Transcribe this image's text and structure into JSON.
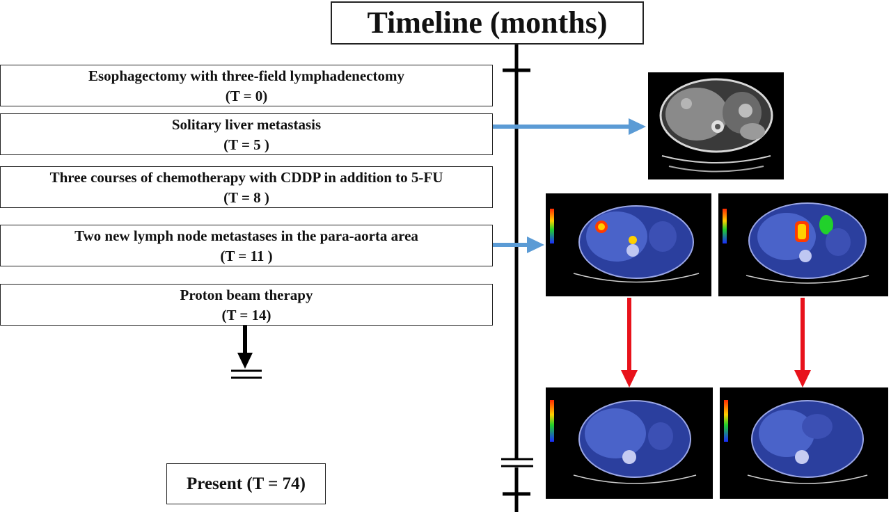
{
  "title": "Timeline (months)",
  "events": [
    {
      "label": "Esophagectomy with three-field lymphadenectomy",
      "time": "(T = 0)"
    },
    {
      "label": "Solitary liver metastasis",
      "time": "(T = 5 )"
    },
    {
      "label": "Three courses of chemotherapy with CDDP in addition to 5-FU",
      "time": "(T = 8 )"
    },
    {
      "label": "Two new lymph node metastases in the para-aorta area",
      "time": "(T = 11 )"
    },
    {
      "label": "Proton beam therapy",
      "time": "(T = 14)"
    }
  ],
  "present": "Present (T = 74)",
  "colors": {
    "timeline": "#000000",
    "blue_arrow": "#5b9bd5",
    "red_arrow": "#e8121b"
  },
  "images": [
    {
      "kind": "ct-scan"
    },
    {
      "kind": "pet-ct-before"
    },
    {
      "kind": "pet-ct-before"
    },
    {
      "kind": "pet-ct-after"
    },
    {
      "kind": "pet-ct-after"
    }
  ]
}
